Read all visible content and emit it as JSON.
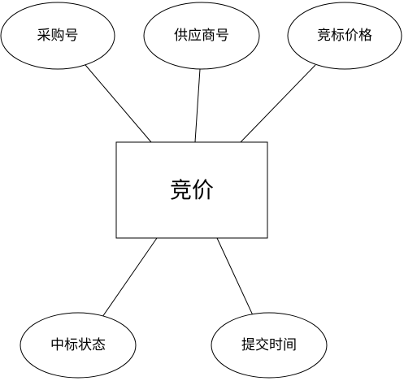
{
  "entity": {
    "label": "竞价"
  },
  "attributes": [
    {
      "label": "采购号"
    },
    {
      "label": "供应商号"
    },
    {
      "label": "竞标价格"
    },
    {
      "label": "中标状态"
    },
    {
      "label": "提交时间"
    }
  ]
}
